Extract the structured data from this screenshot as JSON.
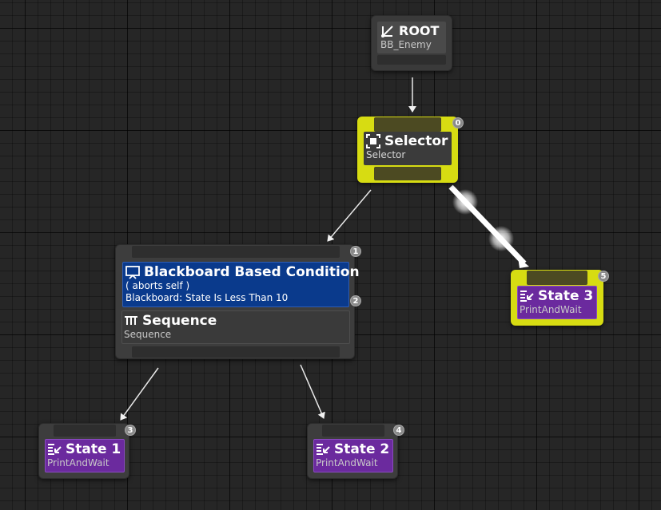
{
  "root": {
    "title": "ROOT",
    "subtitle": "BB_Enemy",
    "icon": "root-branch-icon"
  },
  "selector": {
    "title": "Selector",
    "subtitle": "Selector",
    "index": "0",
    "icon": "selector-icon"
  },
  "sequence_node": {
    "decorator": {
      "title": "Blackboard Based Condition",
      "line1": "( aborts self )",
      "line2": "Blackboard: State Is Less Than 10",
      "index": "2",
      "icon": "blackboard-icon"
    },
    "title": "Sequence",
    "subtitle": "Sequence",
    "index": "1",
    "icon": "sequence-icon"
  },
  "tasks": [
    {
      "title": "State 1",
      "subtitle": "PrintAndWait",
      "index": "3",
      "icon": "task-icon"
    },
    {
      "title": "State 2",
      "subtitle": "PrintAndWait",
      "index": "4",
      "icon": "task-icon"
    },
    {
      "title": "State 3",
      "subtitle": "PrintAndWait",
      "index": "5",
      "icon": "task-icon"
    }
  ],
  "colors": {
    "graph_bg": "#262626",
    "selector_active": "#d7dc12",
    "decorator_blue": "#0a3a8c",
    "task_purple": "#6b2a9e"
  }
}
